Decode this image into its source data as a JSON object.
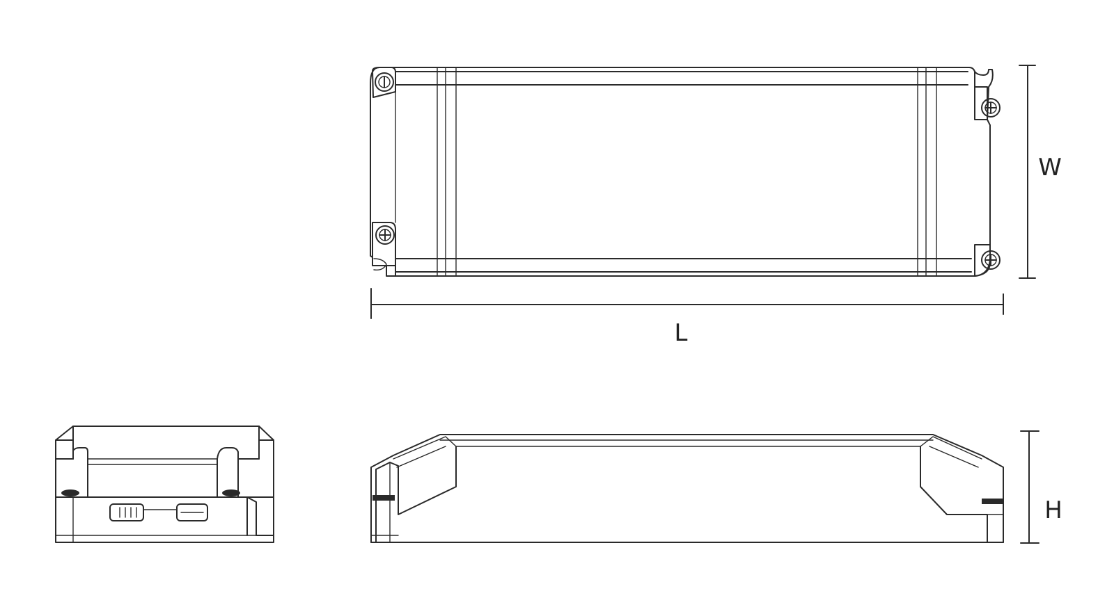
{
  "dimensions": {
    "length_label": "L",
    "width_label": "W",
    "height_label": "H"
  },
  "views": [
    "top-view",
    "end-view",
    "side-view"
  ],
  "colors": {
    "line": "#2a2a2a",
    "background": "#ffffff"
  }
}
